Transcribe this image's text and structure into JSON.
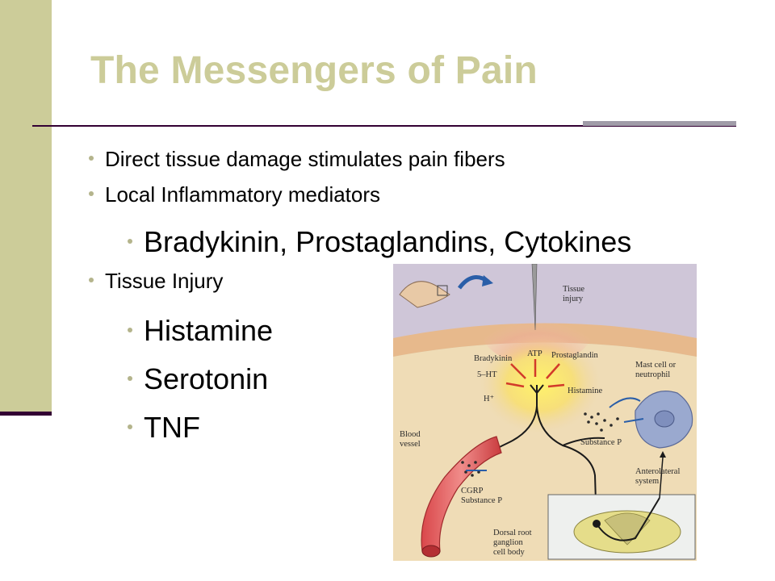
{
  "slide": {
    "title": "The Messengers of Pain",
    "bullets": [
      "Direct tissue damage stimulates pain fibers",
      "Local Inflammatory mediators",
      "Bradykinin, Prostaglandins, Cytokines",
      "Tissue Injury",
      "Histamine",
      "Serotonin",
      "TNF"
    ]
  },
  "figure": {
    "labels": {
      "tissue_injury": "Tissue injury",
      "atp": "ATP",
      "bradykinin": "Bradykinin",
      "prostaglandin": "Prostaglandin",
      "ht5": "5–HT",
      "h": "H⁺",
      "histamine": "Histamine",
      "mast": "Mast cell or neutrophil",
      "substance_p": "Substance P",
      "blood_vessel": "Blood vessel",
      "cgrp": "CGRP Substance P",
      "anterolateral": "Anterolateral system",
      "dorsal_root": "Dorsal root ganglion cell body"
    }
  },
  "colors": {
    "accent_bar": "#cccc99",
    "dark_rule": "#330033",
    "title": "#cccc99"
  }
}
